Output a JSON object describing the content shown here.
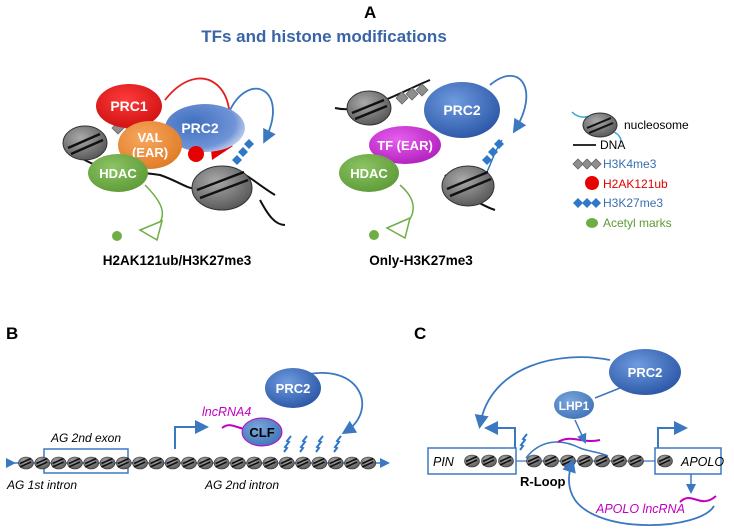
{
  "colors": {
    "title": "#3a64a8",
    "prc1": "#e02020",
    "prc2": "#3f6fc0",
    "val": "#ef8a35",
    "hdac": "#6fae45",
    "tf": "#c02ec8",
    "nucleosome": "#777777",
    "h3k4me3": "#8e8e8e",
    "h2ak121ub": "#e60000",
    "h3k27me3": "#2f78c8",
    "acetyl": "#6fae45",
    "lncrna": "#c000c0",
    "arrow": "#3b78c2"
  },
  "panels": {
    "a": {
      "label": "A",
      "title": "TFs and histone modifications",
      "left": {
        "prc1": "PRC1",
        "prc2": "PRC2",
        "val_line1": "VAL",
        "val_line2": "(EAR)",
        "hdac": "HDAC",
        "caption": "H2AK121ub/H3K27me3"
      },
      "middle": {
        "prc2": "PRC2",
        "tf": "TF (EAR)",
        "hdac": "HDAC",
        "caption": "Only-H3K27me3"
      },
      "legend": [
        {
          "label": "nucleosome",
          "icon": "nucleosome-icon"
        },
        {
          "label": "DNA",
          "icon": "dna-line-icon"
        },
        {
          "label": "H3K4me3",
          "icon": "gray-diamonds-icon"
        },
        {
          "label": "H2AK121ub",
          "icon": "red-dot-icon"
        },
        {
          "label": "H3K27me3",
          "icon": "blue-diamonds-icon"
        },
        {
          "label": "Acetyl marks",
          "icon": "green-dot-icon"
        }
      ]
    },
    "b": {
      "label": "B",
      "prc2": "PRC2",
      "clf": "CLF",
      "lncrna": "lncRNA4",
      "exon_label": "AG 2nd exon",
      "intron1": "AG 1st intron",
      "intron2": "AG 2nd intron"
    },
    "c": {
      "label": "C",
      "prc2": "PRC2",
      "lhp1": "LHP1",
      "pin": "PIN",
      "apolo": "APOLO",
      "rloop": "R-Loop",
      "apolo_lncrna": "APOLO lncRNA"
    }
  }
}
